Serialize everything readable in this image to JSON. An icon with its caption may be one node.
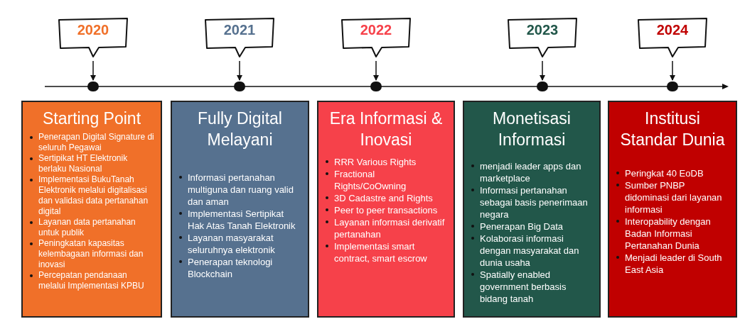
{
  "diagram": {
    "nodes": [
      {
        "text": [
          "2020"
        ]
      },
      {
        "text": [
          "2021"
        ]
      },
      {
        "text": [
          "2022"
        ]
      },
      {
        "text": [
          "2023"
        ]
      },
      {
        "text": [
          "2024"
        ]
      },
      {
        "text": [],
        "shape": "circle"
      },
      {
        "text": [],
        "shape": "circle"
      },
      {
        "text": [],
        "shape": "circle"
      },
      {
        "text": [],
        "shape": "circle"
      },
      {
        "text": [],
        "shape": "circle"
      },
      {
        "text": [
          "Starting Point",
          "Penerapan Digital Signature di seluruh Pegawai",
          "Sertipikat HT Elektronik berlaku Nasional",
          "Implementasi BukuTanah Elektronik melalui digitalisasi dan validasi data pertanahan digital",
          "Layanan data pertanahan untuk publik",
          "Peningkatan kapasitas kelembagaan informasi dan inovasi",
          "Percepatan pendanaan melalui Implementasi KPBU"
        ]
      },
      {
        "text": [
          "Fully Digital Melayani",
          "Informasi pertanahan multiguna dan ruang valid dan aman",
          "Implementasi Sertipikat Hak Atas Tanah Elektronik",
          "Layanan masyarakat seluruhnya elektronik",
          "Penerapan teknologi Blockchain"
        ]
      },
      {
        "text": [
          "Era Informasi & Inovasi",
          "RRR Various Rights",
          "Fractional Rights/CoOwning",
          "3D Cadastre and Rights",
          "Peer to peer transactions",
          "Layanan informasi derivatif pertanahan",
          "Implementasi smart contract, smart escrow"
        ]
      },
      {
        "text": [
          "Monetisasi Informasi",
          "menjadi leader apps dan marketplace",
          "Informasi pertanahan sebagai basis penerimaan negara",
          "Penerapan Big Data",
          "Kolaborasi informasi dengan masyarakat dan dunia usaha",
          "Spatially enabled government berbasis bidang tanah"
        ]
      },
      {
        "text": [
          "Institusi Standar Dunia",
          "Peringkat 40 EoDB",
          "Sumber PNBP didominasi dari layanan informasi",
          "Interopability dengan Badan Informasi Pertanahan Dunia",
          "Menjadi leader di South East Asia"
        ]
      }
    ],
    "edges": [
      {
        "from": 0,
        "to": 5,
        "arrow": "to"
      },
      {
        "from": 1,
        "to": 6,
        "arrow": "to"
      },
      {
        "from": 2,
        "to": 7,
        "arrow": "to"
      },
      {
        "from": 3,
        "to": 8,
        "arrow": "to"
      },
      {
        "from": 4,
        "to": 9,
        "arrow": "to"
      }
    ]
  }
}
